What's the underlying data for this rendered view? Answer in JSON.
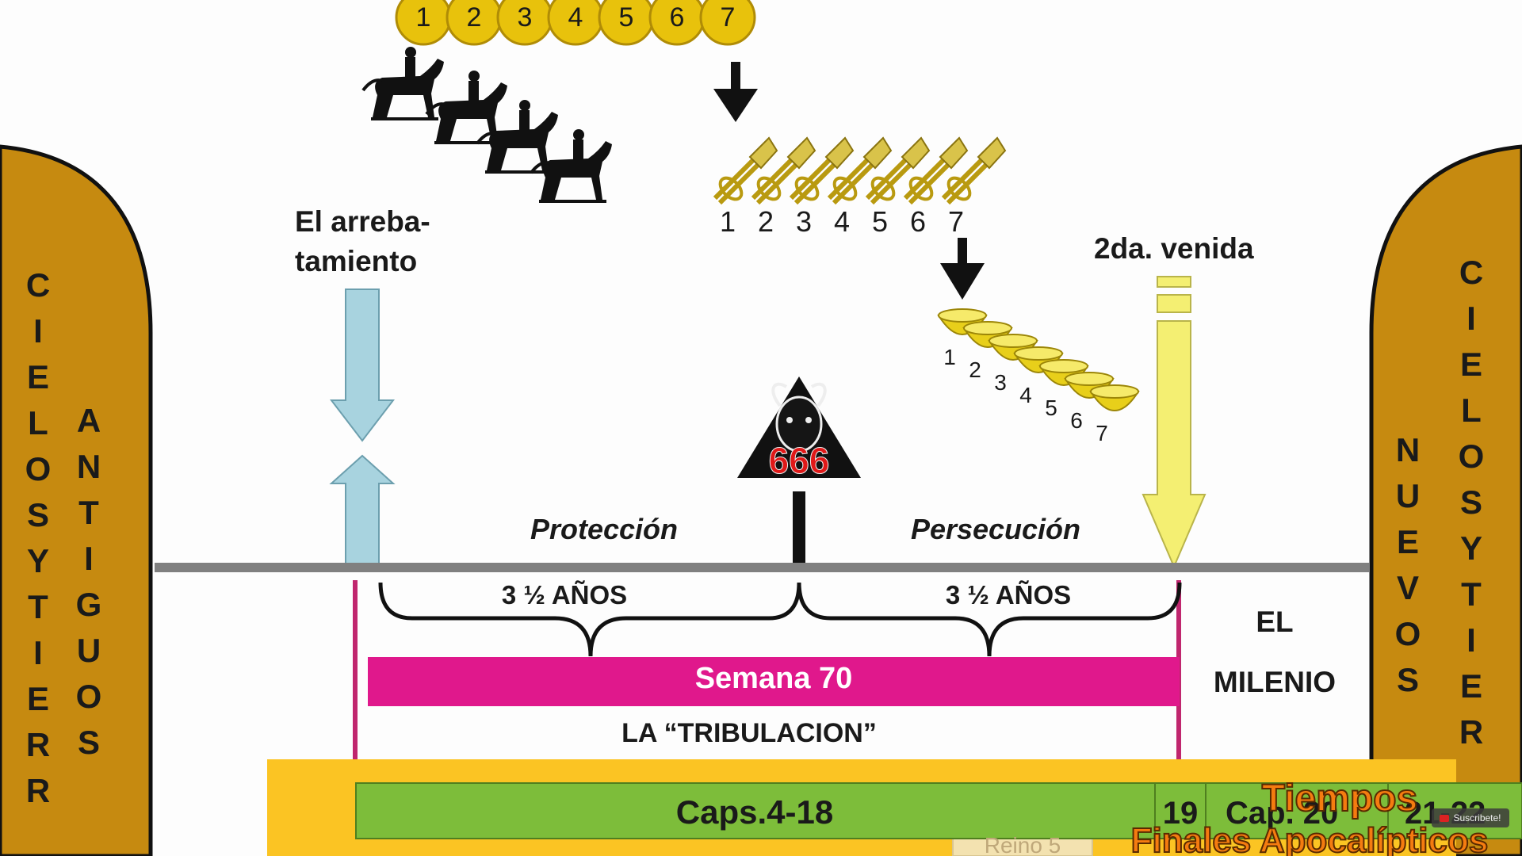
{
  "colors": {
    "pillar": "#c68a10",
    "timeline": "#808080",
    "semana": "#e0188c",
    "rapture_arrow": "#a8d3df",
    "second_coming_arrow": "#f4ef72",
    "gold": "#e8c20c",
    "green": "#7dbd3a",
    "yellow_band": "#fbc423"
  },
  "seals": {
    "numbers": [
      "1",
      "2",
      "3",
      "4",
      "5",
      "6",
      "7"
    ]
  },
  "trumpets": {
    "numbers": [
      "1",
      "2",
      "3",
      "4",
      "5",
      "6",
      "7"
    ]
  },
  "bowls": {
    "numbers": [
      "1",
      "2",
      "3",
      "4",
      "5",
      "6",
      "7"
    ]
  },
  "left_pillar": {
    "col1": [
      "C",
      "I",
      "E",
      "L",
      "O",
      "S",
      "Y",
      "T",
      "I",
      "E",
      "R",
      "R"
    ],
    "col2": [
      "A",
      "N",
      "T",
      "I",
      "G",
      "U",
      "O",
      "S"
    ]
  },
  "right_pillar": {
    "col1": [
      "N",
      "U",
      "E",
      "V",
      "O",
      "S"
    ],
    "col2": [
      "C",
      "I",
      "E",
      "L",
      "O",
      "S",
      "Y",
      "T",
      "I",
      "E",
      "R"
    ]
  },
  "rapture": {
    "line1": "El arreba-",
    "line2": "tamiento"
  },
  "second_coming": {
    "label": "2da. venida"
  },
  "beast": {
    "number": "666"
  },
  "periods": {
    "protection": "Protección",
    "persecution": "Persecución",
    "first_half": "3 ½ AÑOS",
    "second_half": "3 ½ AÑOS"
  },
  "semana": {
    "label": "Semana 70"
  },
  "tribulation": {
    "label": "LA “TRIBULACION”"
  },
  "millennium": {
    "line1": "EL",
    "line2": "MILENIO"
  },
  "chapters": {
    "main": "Caps.4-18",
    "ch19": "19",
    "ch20": "Cap. 20",
    "ch21": "21-22",
    "reino": "Reino 5"
  },
  "watermark": {
    "line1": "Tiempos",
    "line2": "Finales Apocalípticos"
  },
  "subscribe": {
    "label": "Suscribete!"
  }
}
